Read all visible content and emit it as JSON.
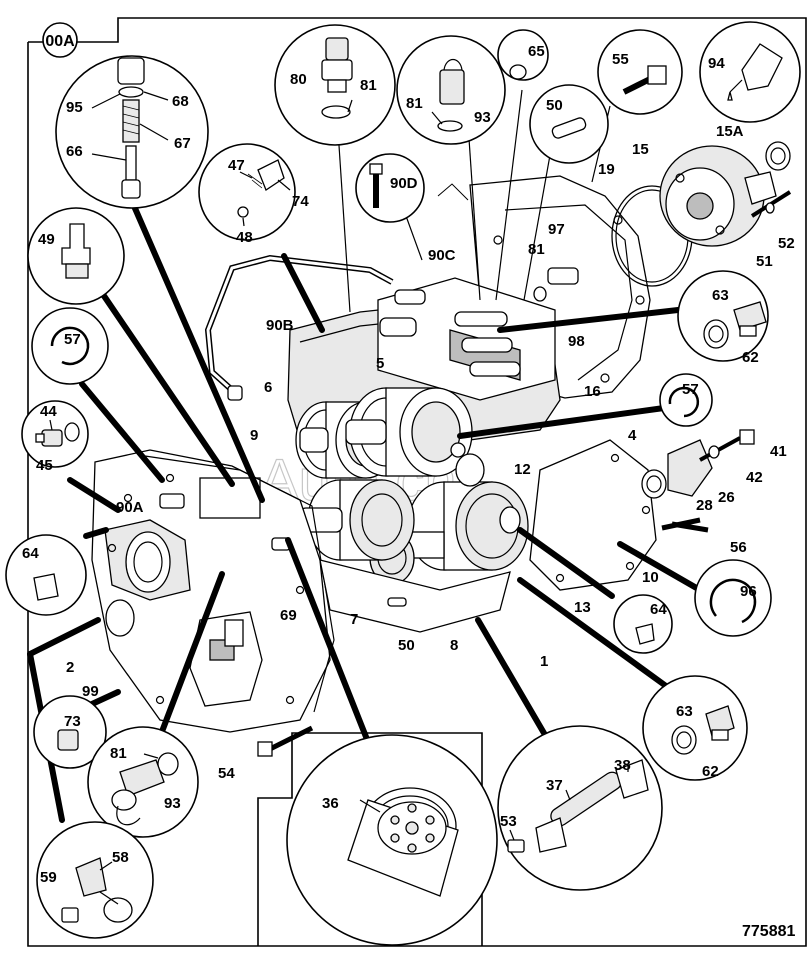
{
  "figure_ref": "00A",
  "drawing_number": "775881",
  "watermark": "Auto.cn",
  "parts": {
    "p1": "1",
    "p2": "2",
    "p4": "4",
    "p5": "5",
    "p6": "6",
    "p7": "7",
    "p8": "8",
    "p9": "9",
    "p10": "10",
    "p12": "12",
    "p13": "13",
    "p15": "15",
    "p15a": "15A",
    "p16": "16",
    "p19": "19",
    "p26": "26",
    "p28": "28",
    "p36": "36",
    "p37": "37",
    "p38": "38",
    "p41": "41",
    "p42": "42",
    "p44": "44",
    "p45": "45",
    "p47": "47",
    "p48": "48",
    "p49": "49",
    "p50a": "50",
    "p50b": "50",
    "p51": "51",
    "p52": "52",
    "p53": "53",
    "p54": "54",
    "p55": "55",
    "p56": "56",
    "p57a": "57",
    "p57b": "57",
    "p58": "58",
    "p59": "59",
    "p62a": "62",
    "p62b": "62",
    "p63a": "63",
    "p63b": "63",
    "p64a": "64",
    "p64b": "64",
    "p65": "65",
    "p66": "66",
    "p67": "67",
    "p68": "68",
    "p69": "69",
    "p73": "73",
    "p74": "74",
    "p80": "80",
    "p81a": "81",
    "p81b": "81",
    "p81c": "81",
    "p81d": "81",
    "p90a": "90A",
    "p90b": "90B",
    "p90c": "90C",
    "p90d": "90D",
    "p93a": "93",
    "p93b": "93",
    "p94": "94",
    "p95": "95",
    "p96": "96",
    "p97": "97",
    "p98": "98",
    "p99": "99"
  }
}
